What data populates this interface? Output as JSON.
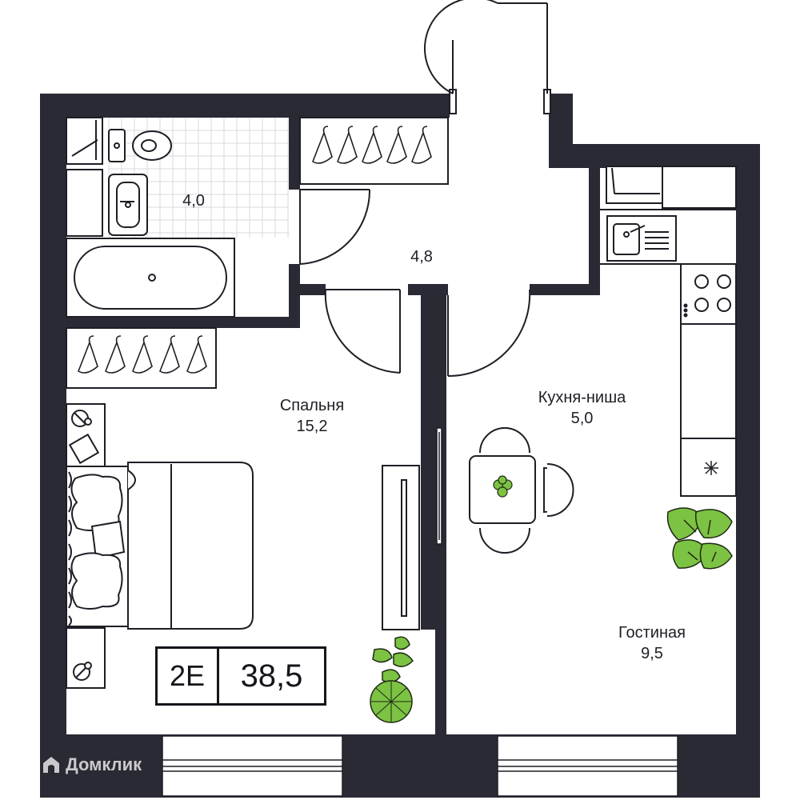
{
  "colors": {
    "wall": "#2a2a34",
    "line": "#1e1e26",
    "tile": "#d8d8de",
    "plant": "#7cc243",
    "plant_dark": "#1e2a14"
  },
  "rooms": [
    {
      "id": "bathroom",
      "area": "4,0"
    },
    {
      "id": "hall",
      "area": "4,8"
    },
    {
      "id": "bedroom",
      "name": "Спальня",
      "area": "15,2"
    },
    {
      "id": "kitchen",
      "name": "Кухня-ниша",
      "area": "5,0"
    },
    {
      "id": "living",
      "name": "Гостиная",
      "area": "9,5"
    }
  ],
  "badge": {
    "type": "2E",
    "total_area": "38,5"
  },
  "watermark": {
    "text": "Домклик",
    "icon": "house-logo-icon"
  }
}
